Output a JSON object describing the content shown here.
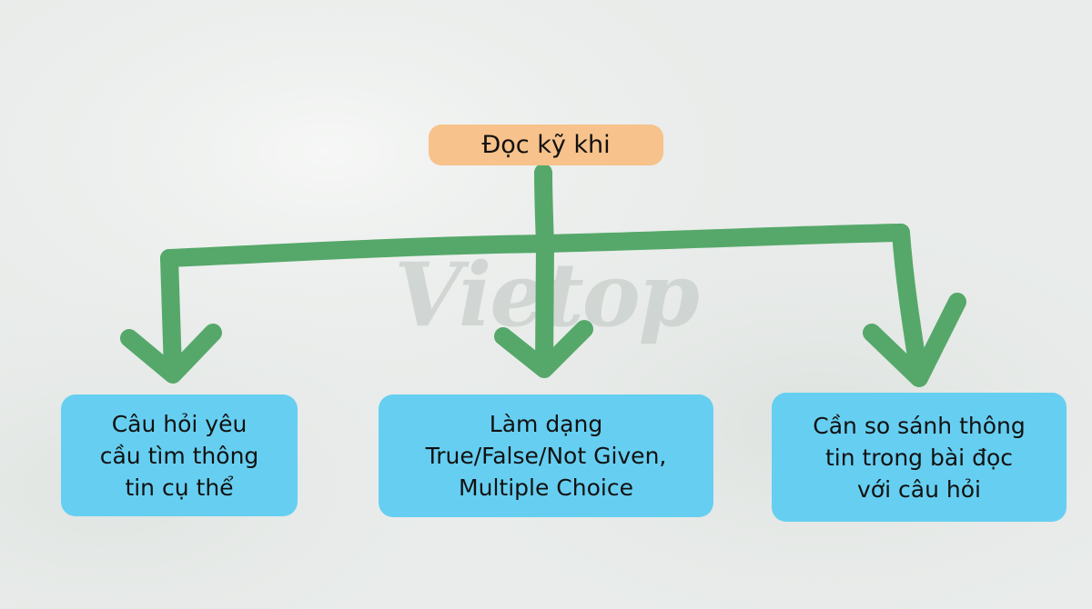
{
  "colors": {
    "background": "#e9ecea",
    "arrow": "#55a86a",
    "root_box": "#f7c28b",
    "leaf_box": "#66cff1",
    "text": "#111111"
  },
  "watermark": {
    "text": "Vietop"
  },
  "root": {
    "label": "Đọc kỹ khi"
  },
  "leaves": [
    {
      "lines": [
        "Câu hỏi yêu",
        "cầu tìm thông",
        "tin cụ thể"
      ]
    },
    {
      "lines": [
        "Làm dạng",
        "True/False/Not Given,",
        "Multiple Choice"
      ]
    },
    {
      "lines": [
        "Cần so sánh thông",
        "tin trong bài đọc",
        "với câu hỏi"
      ]
    }
  ]
}
